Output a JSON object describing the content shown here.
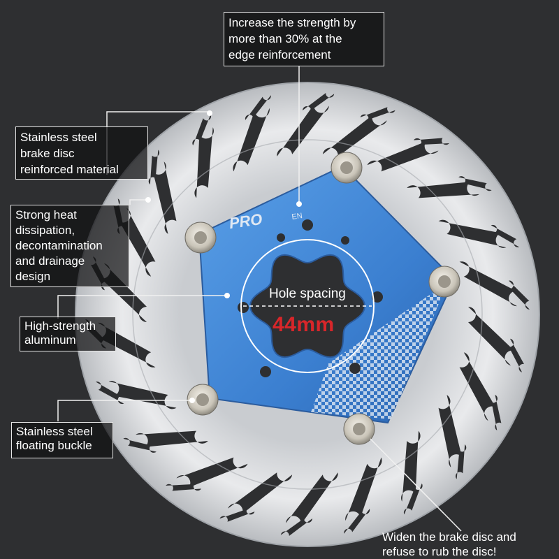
{
  "callouts": {
    "edge": [
      "Increase the strength by",
      "more than 30% at the",
      "edge reinforcement"
    ],
    "material": [
      "Stainless steel",
      "brake disc",
      "reinforced material"
    ],
    "heat": [
      "Strong heat",
      "dissipation,",
      "decontamination",
      "and drainage",
      "design"
    ],
    "aluminum": [
      "High-strength",
      "aluminum"
    ],
    "buckle": [
      "Stainless steel",
      "floating buckle"
    ],
    "widen": [
      "Widen the brake disc and",
      "refuse to rub the disc!"
    ]
  },
  "hole_spacing": {
    "label": "Hole spacing",
    "value": "44mm"
  },
  "spider_print": {
    "brand": "PRO",
    "suffix": "EN"
  },
  "colors": {
    "background": "#2e2f31",
    "rotor_steel": "#d9dbde",
    "spider_blue": "#3f86d6",
    "accent_red": "#d8262a"
  }
}
